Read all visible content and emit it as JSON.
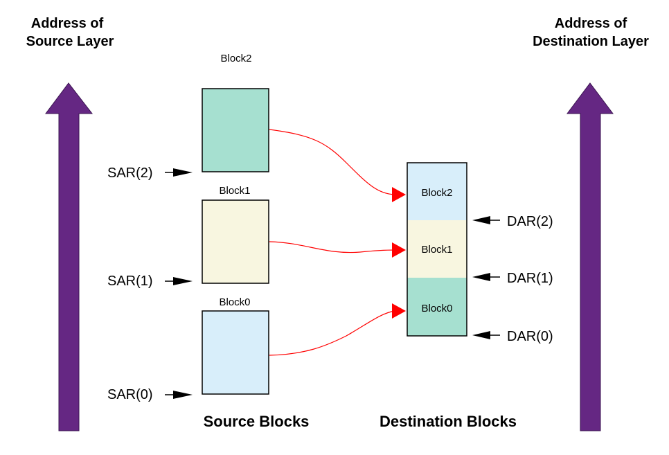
{
  "titles": {
    "source_layer_line1": "Address of",
    "source_layer_line2": "Source Layer",
    "dest_layer_line1": "Address of",
    "dest_layer_line2": "Destination Layer"
  },
  "source_blocks": [
    {
      "label": "Block2",
      "color": "#a6e0d0",
      "sar": "SAR(2)"
    },
    {
      "label": "Block1",
      "color": "#f8f6e0",
      "sar": "SAR(1)"
    },
    {
      "label": "Block0",
      "color": "#d8eefa",
      "sar": "SAR(0)"
    }
  ],
  "dest_blocks": [
    {
      "label": "Block2",
      "color": "#d8eefa",
      "dar": "DAR(2)"
    },
    {
      "label": "Block1",
      "color": "#f8f6e0",
      "dar": "DAR(1)"
    },
    {
      "label": "Block0",
      "color": "#a6e0d0",
      "dar": "DAR(0)"
    }
  ],
  "footer": {
    "source": "Source Blocks",
    "destination": "Destination Blocks"
  },
  "colors": {
    "address_arrow": "#652783",
    "mapping_arrow": "#ff0000",
    "pointer_arrow": "#000000"
  }
}
